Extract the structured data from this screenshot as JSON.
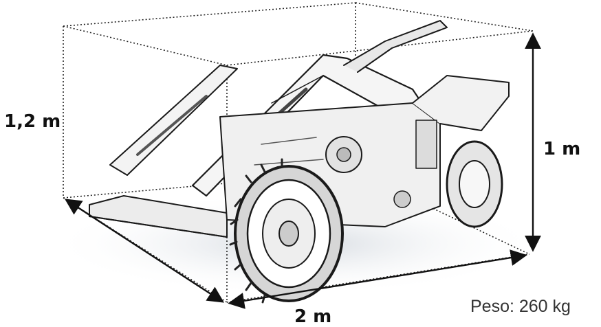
{
  "dimensions": {
    "height_left": "1,2 m",
    "height_right": "1 m",
    "length": "2 m"
  },
  "weight": {
    "text": "Peso: 260 kg"
  },
  "colors": {
    "ink": "#111111",
    "muted_text": "#333333",
    "shadow": "#d9dde2"
  }
}
